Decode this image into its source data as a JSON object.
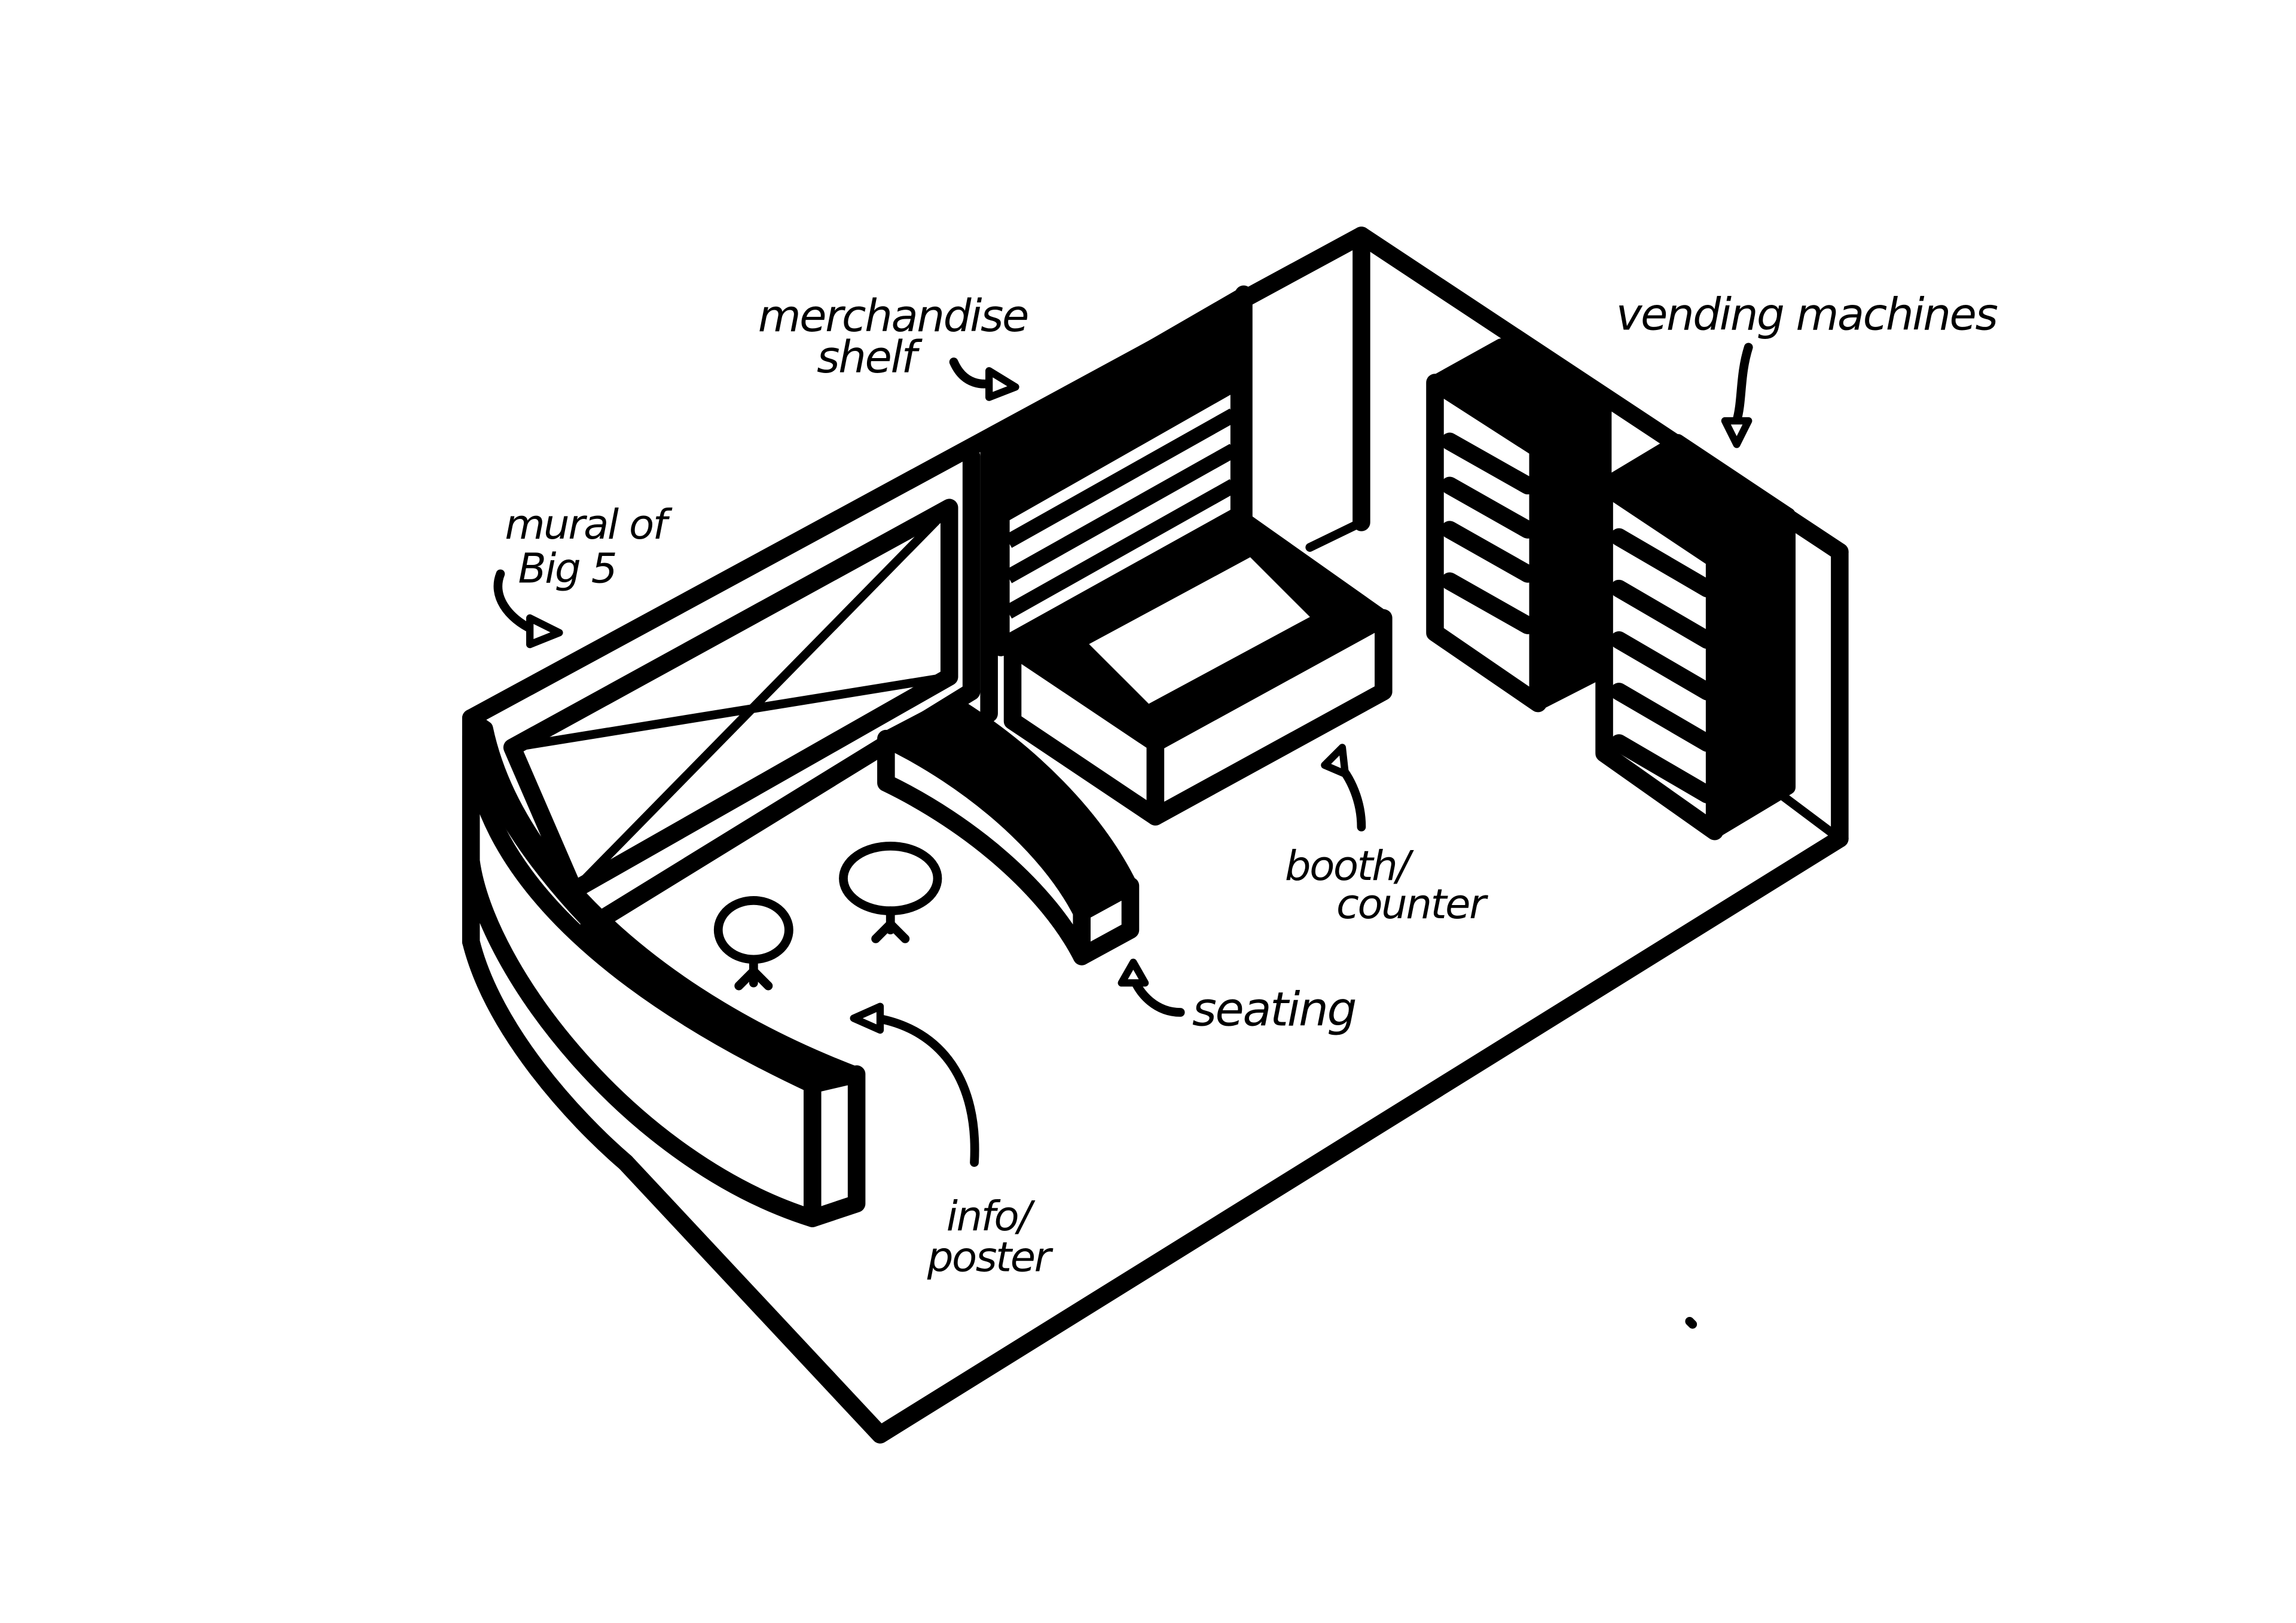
{
  "labels": {
    "merchandise_line1": "merchandise",
    "merchandise_line2": "shelf",
    "vending": "vending machines",
    "mural_line1": "mural of",
    "mural_line2": "Big 5",
    "booth_line1": "booth/",
    "booth_line2": "counter",
    "seating": "seating",
    "info_line1": "info/",
    "info_line2": "poster"
  },
  "colors": {
    "ink": "#000000",
    "paper": "#ffffff"
  },
  "icons": {
    "arrow": "hollow-triangle-arrowhead"
  }
}
